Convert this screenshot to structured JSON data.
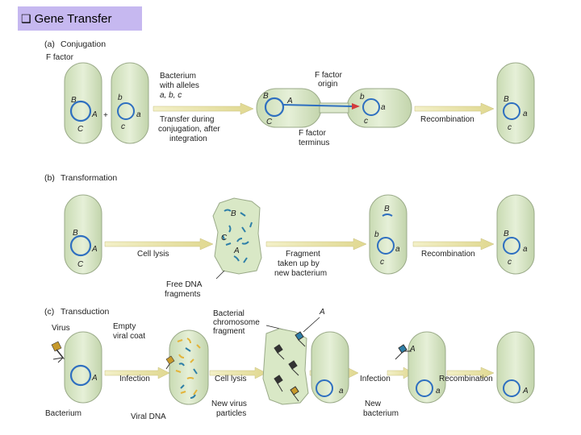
{
  "title": "Gene Transfer",
  "title_bullet": "❑",
  "sections": {
    "a": {
      "heading": "(a)",
      "name": "Conjugation",
      "f_factor": "F factor",
      "bacterium_l1": "Bacterium",
      "bacterium_l2": "with alleles",
      "bacterium_l3": "a, b, c",
      "transfer_l1": "Transfer during",
      "transfer_l2": "conjugation, after",
      "transfer_l3": "integration",
      "origin_l1": "F factor",
      "origin_l2": "origin",
      "terminus_l1": "F factor",
      "terminus_l2": "terminus",
      "recombination": "Recombination"
    },
    "b": {
      "heading": "(b)",
      "name": "Transformation",
      "cell_lysis": "Cell lysis",
      "fragment_l1": "Fragment",
      "fragment_l2": "taken up by",
      "fragment_l3": "new bacterium",
      "free_l1": "Free DNA",
      "free_l2": "fragments",
      "recombination": "Recombination"
    },
    "c": {
      "heading": "(c)",
      "name": "Transduction",
      "virus": "Virus",
      "empty_l1": "Empty",
      "empty_l2": "viral coat",
      "bact_frag_l1": "Bacterial",
      "bact_frag_l2": "chromosome",
      "bact_frag_l3": "fragment",
      "infection1": "Infection",
      "cell_lysis": "Cell lysis",
      "infection2": "Infection",
      "recombination": "Recombination",
      "bacterium": "Bacterium",
      "viral_dna": "Viral DNA",
      "new_virus_l1": "New virus",
      "new_virus_l2": "particles",
      "new_bact_l1": "New",
      "new_bact_l2": "bacterium"
    }
  },
  "alleles": {
    "A": "A",
    "B": "B",
    "C": "C",
    "a": "a",
    "b": "b",
    "c": "c"
  },
  "colors": {
    "title_bg": "#c6b8f0",
    "cell_fill": "#d9e8c6",
    "cell_stroke": "#9aaa88",
    "dna": "#2e6fc0",
    "arrow": "#e8e4a0",
    "f_factor": "#d23c3c",
    "viral_dna": "#e3b43a"
  }
}
